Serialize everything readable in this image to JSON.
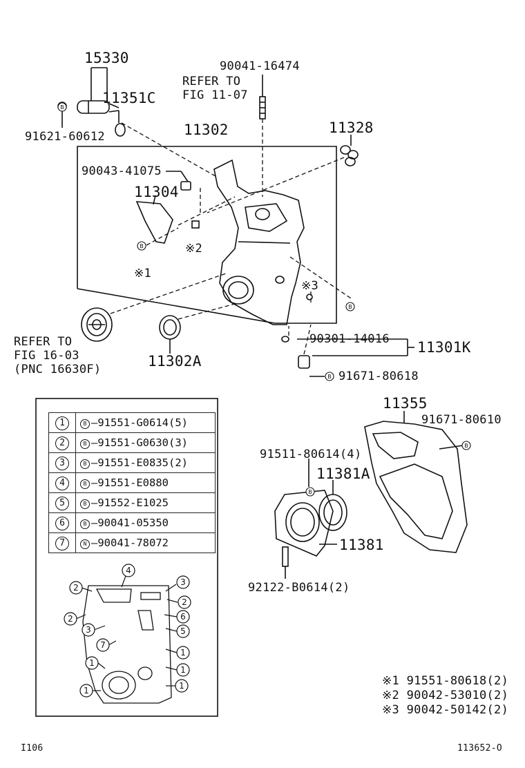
{
  "labels": {
    "p15330": "15330",
    "p11351C": "11351C",
    "p91621": "91621-60612",
    "p90041_16474": "90041-16474",
    "refer_fig_11_07_a": "REFER TO",
    "refer_fig_11_07_b": "FIG 11-07",
    "p11302": "11302",
    "p11328": "11328",
    "p90043": "90043-41075",
    "p11304": "11304",
    "mark2": "※2",
    "mark1": "※1",
    "mark3": "※3",
    "refer_fig_16_03_a": "REFER TO",
    "refer_fig_16_03_b": "FIG 16-03",
    "refer_fig_16_03_c": "(PNC 16630F)",
    "p11302A": "11302A",
    "p90301": "90301-14016",
    "p11301K": "11301K",
    "p91671_80618": "91671-80618",
    "p11355": "11355",
    "p91671_80610": "91671-80610",
    "p91511": "91511-80614(4)",
    "p11381A": "11381A",
    "p11381": "11381",
    "p92122": "92122-B0614(2)",
    "bolt_marker": "B",
    "footer_left": "I106",
    "footer_right": "113652-O"
  },
  "bolt_table": [
    {
      "num": "1",
      "mark": "B",
      "part": "91551-G0614(5)"
    },
    {
      "num": "2",
      "mark": "B",
      "part": "91551-G0630(3)"
    },
    {
      "num": "3",
      "mark": "B",
      "part": "91551-E0835(2)"
    },
    {
      "num": "4",
      "mark": "B",
      "part": "91551-E0880"
    },
    {
      "num": "5",
      "mark": "B",
      "part": "91552-E1025"
    },
    {
      "num": "6",
      "mark": "B",
      "part": "90041-05350"
    },
    {
      "num": "7",
      "mark": "N",
      "part": "90041-78072"
    }
  ],
  "notes": [
    {
      "mark": "※1",
      "part": "91551-80618(2)"
    },
    {
      "mark": "※2",
      "part": "90042-53010(2)"
    },
    {
      "mark": "※3",
      "part": "90042-50142(2)"
    }
  ]
}
